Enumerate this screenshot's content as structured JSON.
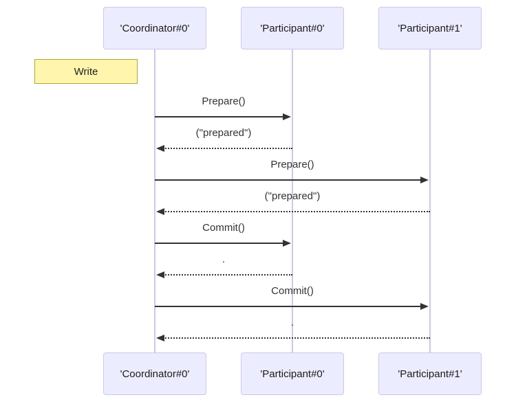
{
  "diagram": {
    "type": "sequence",
    "actors": [
      {
        "label": "'Coordinator#0'"
      },
      {
        "label": "'Participant#0'"
      },
      {
        "label": "'Participant#1'"
      }
    ],
    "note": {
      "label": "Write",
      "position": "left of 'Coordinator#0'"
    },
    "messages": [
      {
        "label": "Prepare()",
        "from": 0,
        "to": 1,
        "line": "solid"
      },
      {
        "label": "(\"prepared\")",
        "from": 1,
        "to": 0,
        "line": "dotted"
      },
      {
        "label": "Prepare()",
        "from": 0,
        "to": 2,
        "line": "solid"
      },
      {
        "label": "(\"prepared\")",
        "from": 2,
        "to": 0,
        "line": "dotted"
      },
      {
        "label": "Commit()",
        "from": 0,
        "to": 1,
        "line": "solid"
      },
      {
        "label": ".",
        "from": 1,
        "to": 0,
        "line": "dotted"
      },
      {
        "label": "Commit()",
        "from": 0,
        "to": 2,
        "line": "solid"
      },
      {
        "label": ".",
        "from": 2,
        "to": 0,
        "line": "dotted"
      }
    ],
    "colors": {
      "background": "#FFFFFF",
      "actor_fill": "#ECECFF",
      "actor_border": "#CFC6EC",
      "lifeline": "#CFC6EA",
      "note_fill": "#FFF5AD",
      "note_border": "#AAAA33",
      "arrow": "#333333",
      "text": "#333333"
    }
  }
}
